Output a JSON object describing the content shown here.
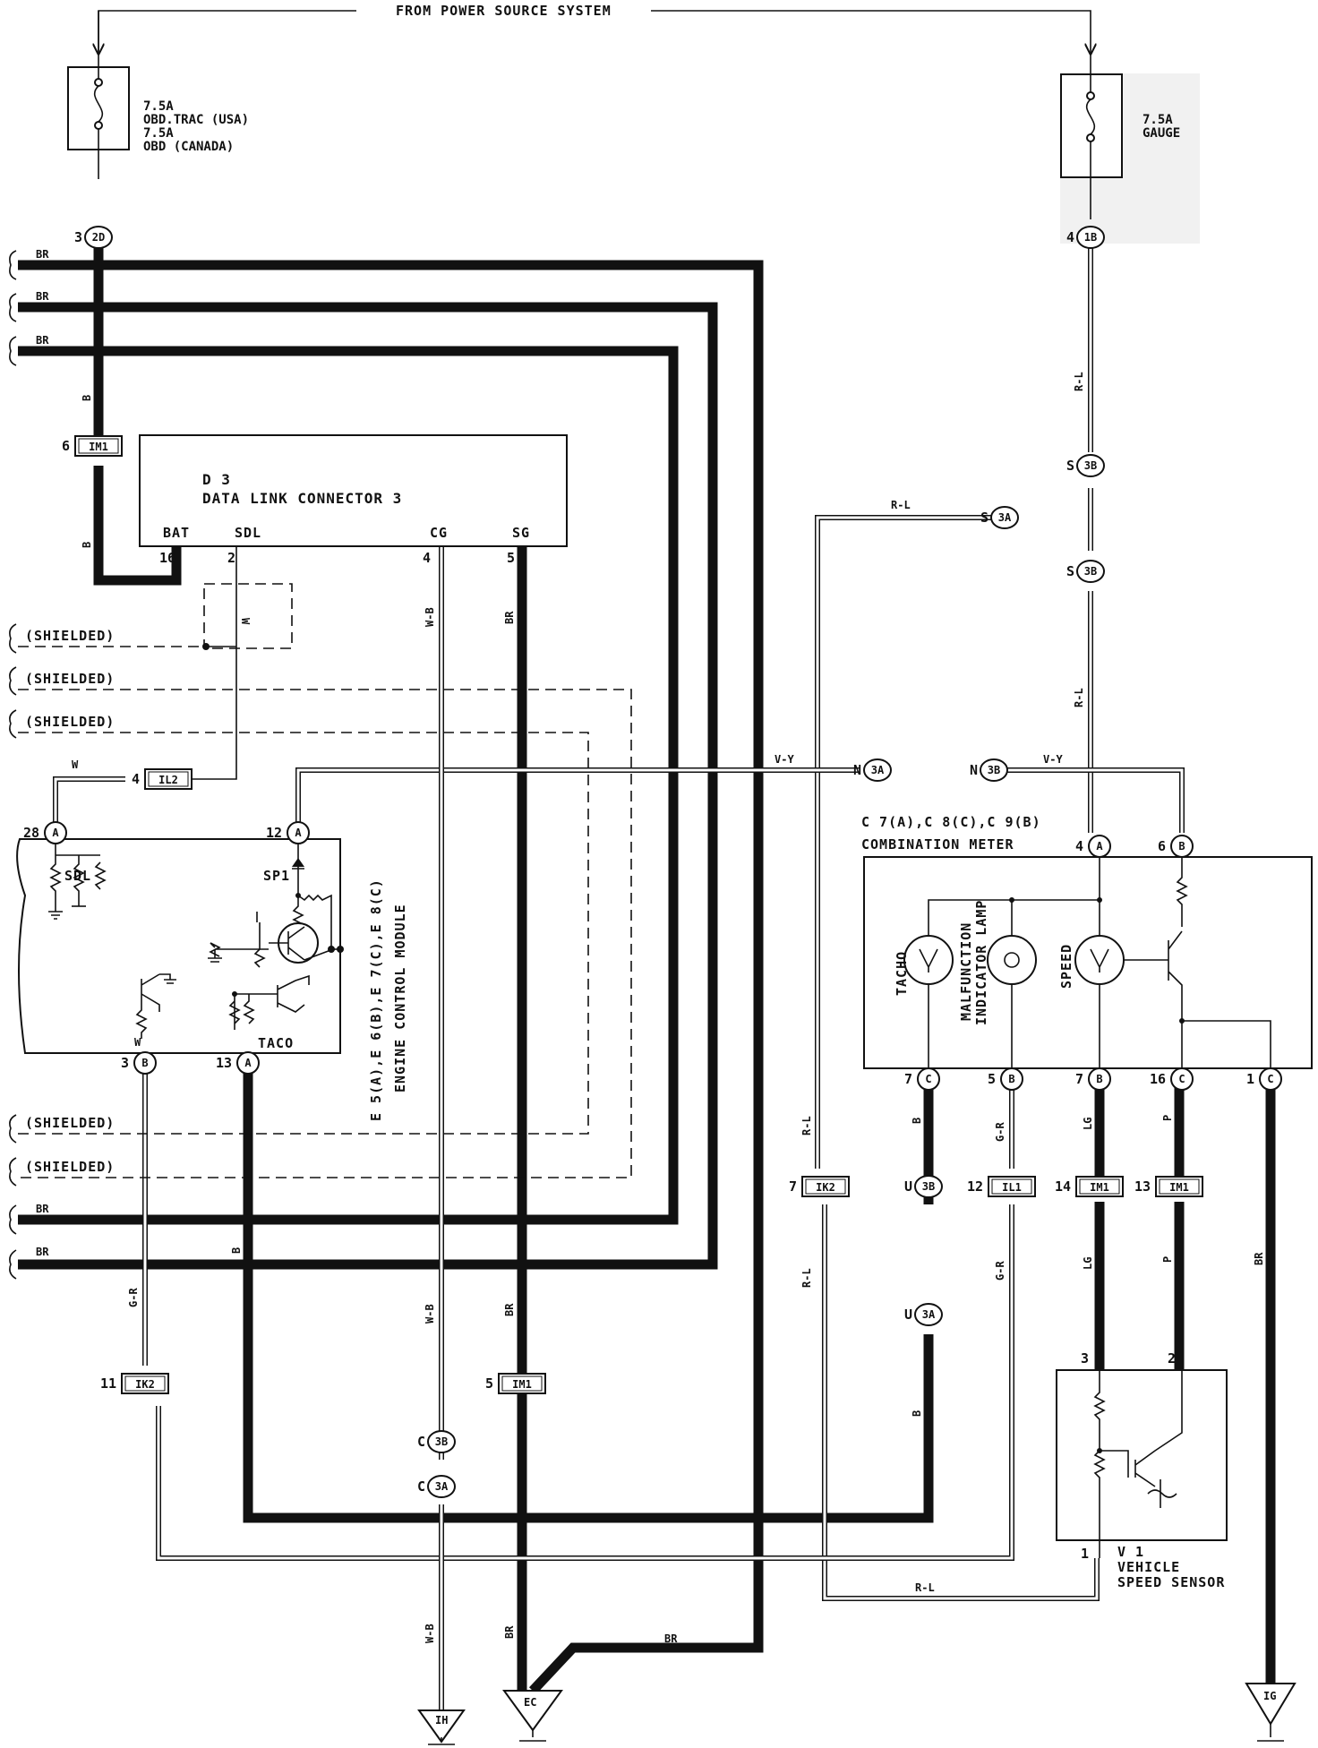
{
  "header": {
    "title": "FROM POWER SOURCE SYSTEM"
  },
  "fuses": {
    "obd": {
      "lines": [
        "7.5A",
        "OBD.TRAC (USA)",
        "7.5A",
        "OBD (CANADA)"
      ]
    },
    "gauge": {
      "lines": [
        "7.5A",
        "GAUGE"
      ]
    }
  },
  "dlc": {
    "ref": "D 3",
    "name": "DATA LINK CONNECTOR 3",
    "pins": [
      {
        "name": "BAT",
        "num": "16"
      },
      {
        "name": "SDL",
        "num": "2"
      },
      {
        "name": "CG",
        "num": "4"
      },
      {
        "name": "SG",
        "num": "5"
      }
    ]
  },
  "ecm": {
    "refs": "E 5(A),E 6(B),E 7(C),E 8(C)",
    "name": "ENGINE CONTROL MODULE",
    "labels": [
      "SDL",
      "SP1",
      "TACO",
      "W"
    ]
  },
  "meter": {
    "refs": "C 7(A),C 8(C),C 9(B)",
    "name": "COMBINATION METER",
    "gauges": [
      "TACHO",
      "MALFUNCTION",
      "INDICATOR LAMP",
      "SPEED"
    ]
  },
  "sensor": {
    "ref": "V 1",
    "name_line1": "VEHICLE",
    "name_line2": "SPEED SENSOR"
  },
  "grounds": [
    "IH",
    "EC",
    "IG"
  ],
  "shielded": "(SHIELDED)",
  "circles": [
    {
      "pin": "3",
      "code": "2D"
    },
    {
      "pin": "4",
      "code": "1B"
    },
    {
      "pin": "S",
      "code": "3B"
    },
    {
      "pin": "S",
      "code": "3A"
    },
    {
      "pin": "S",
      "code": "3B"
    },
    {
      "pin": "28",
      "code": "A"
    },
    {
      "pin": "12",
      "code": "A"
    },
    {
      "pin": "N",
      "code": "3A"
    },
    {
      "pin": "N",
      "code": "3B"
    },
    {
      "pin": "4",
      "code": "A"
    },
    {
      "pin": "6",
      "code": "B"
    },
    {
      "pin": "3",
      "code": "B"
    },
    {
      "pin": "13",
      "code": "A"
    },
    {
      "pin": "7",
      "code": "C"
    },
    {
      "pin": "5",
      "code": "B"
    },
    {
      "pin": "7",
      "code": "B"
    },
    {
      "pin": "16",
      "code": "C"
    },
    {
      "pin": "1",
      "code": "C"
    },
    {
      "pin": "U",
      "code": "3B"
    },
    {
      "pin": "U",
      "code": "3A"
    },
    {
      "pin": "C",
      "code": "3B"
    },
    {
      "pin": "C",
      "code": "3A"
    }
  ],
  "junctions": [
    {
      "pin": "6",
      "code": "IM1"
    },
    {
      "pin": "4",
      "code": "IL2"
    },
    {
      "pin": "7",
      "code": "IK2"
    },
    {
      "pin": "12",
      "code": "IL1"
    },
    {
      "pin": "14",
      "code": "IM1"
    },
    {
      "pin": "13",
      "code": "IM1"
    },
    {
      "pin": "11",
      "code": "IK2"
    },
    {
      "pin": "5",
      "code": "IM1"
    }
  ],
  "wire_colors": [
    "BR",
    "B",
    "W",
    "W-B",
    "R-L",
    "V-Y",
    "G-R",
    "LG",
    "P"
  ],
  "sensor_pins": [
    "3",
    "2",
    "1"
  ]
}
